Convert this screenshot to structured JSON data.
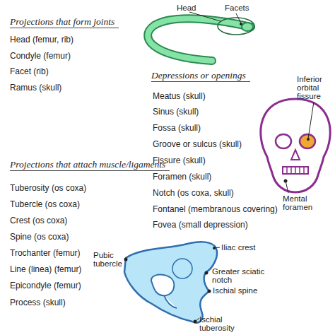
{
  "diagram": {
    "labels": [
      "Projections that form joints",
      "Head (femur, rib)",
      "Condyle (femur)",
      "Facet (rib)",
      "Ramus (skull)",
      "Head",
      "Facets",
      "Depressions or openings",
      "Meatus (skull)",
      "Sinus (skull)",
      "Fossa (skull)",
      "Groove or sulcus (skull)",
      "Fissure (skull)",
      "Foramen (skull)",
      "Notch (os coxa, skull)",
      "Fontanel (membranous covering)",
      "Fovea (small depression)",
      "Inferior orbital fissure",
      "Projections that attach muscle/ligaments",
      "Tuberosity (os coxa)",
      "Tubercle (os coxa)",
      "Crest (os coxa)",
      "Spine (os coxa)",
      "Trochanter (femur)",
      "Line (linea) (femur)",
      "Epicondyle (femur)",
      "Process (skull)",
      "Mental foramen",
      "Iliac crest",
      "Pubic tubercle",
      "Greater sciatic notch",
      "Ischial spine",
      "Ischial tuberosity"
    ]
  }
}
